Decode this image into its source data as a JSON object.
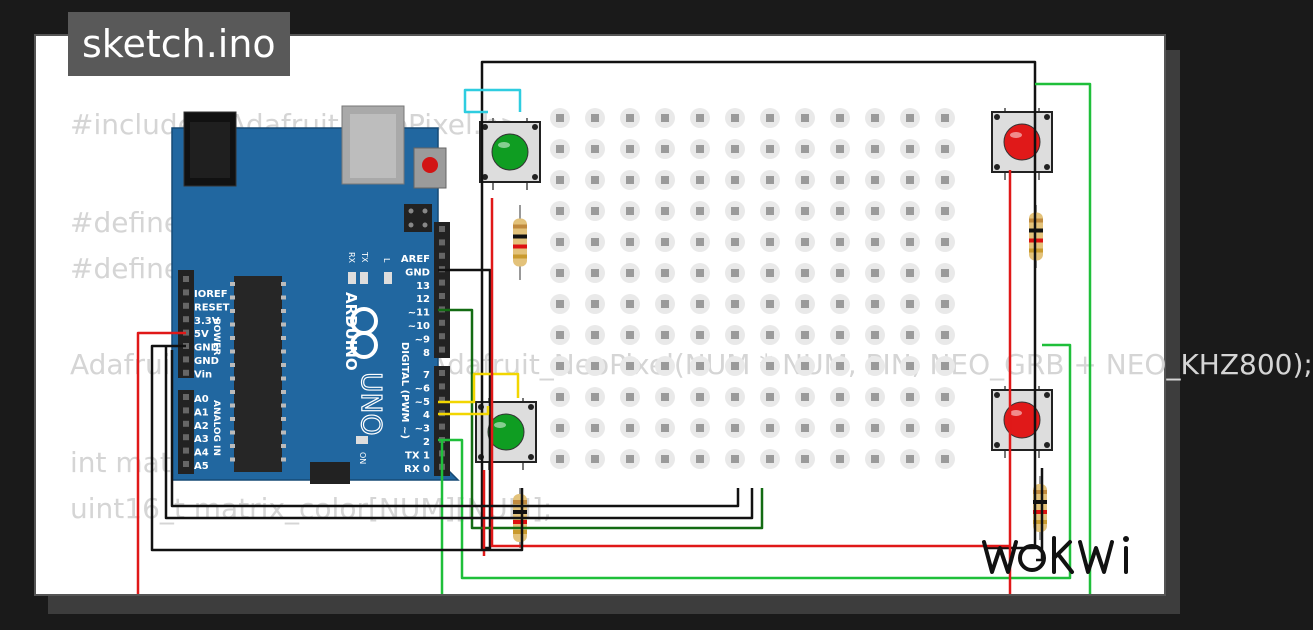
{
  "page_title": "sketch.ino",
  "code_lines": [
    "#include <Adafruit_NeoPixel.h>",
    "#define PIN 6",
    "#define NUM 10",
    "Adafruit_NeoPixel strip = Adafruit_NeoPixel(NUM * NUM, PIN, NEO_GRB + NEO_KHZ800);",
    "int matrix[NUM][NUM];",
    "uint16_t matrix_color[NUM][NUM];"
  ],
  "board": {
    "brand": "ARDUINO",
    "model": "UNO",
    "on_label": "ON",
    "l_label": "L",
    "tx_label": "TX",
    "rx_label": "RX",
    "power_label": "POWER",
    "analog_label": "ANALOG IN",
    "digital_label": "DIGITAL (PWM ~)",
    "power_pins": [
      "IOREF",
      "RESET",
      "3.3V",
      "5V",
      "GND",
      "GND",
      "Vin"
    ],
    "analog_pins": [
      "A0",
      "A1",
      "A2",
      "A3",
      "A4",
      "A5"
    ],
    "digital_pins_top": [
      "AREF",
      "GND",
      "13",
      "12",
      "~11",
      "~10",
      "~9",
      "8"
    ],
    "digital_pins_bottom": [
      "7",
      "~6",
      "~5",
      "4",
      "~3",
      "2",
      "TX 1",
      "RX 0"
    ]
  },
  "led_matrix": {
    "rows": 12,
    "cols": 12
  },
  "buttons": [
    {
      "name": "button-green-top",
      "color": "#0f9d22"
    },
    {
      "name": "button-green-bottom",
      "color": "#0f9d22"
    },
    {
      "name": "button-red-top",
      "color": "#e01919"
    },
    {
      "name": "button-red-bottom",
      "color": "#e01919"
    }
  ],
  "colors": {
    "board_blue": "#2167a0",
    "wire_red": "#e01818",
    "wire_black": "#111111",
    "wire_green": "#1fbf3a",
    "wire_cyan": "#2ecde0",
    "wire_yellow": "#f2d600",
    "wire_darkgreen": "#136b13"
  },
  "brand_logo": "WOKWi"
}
